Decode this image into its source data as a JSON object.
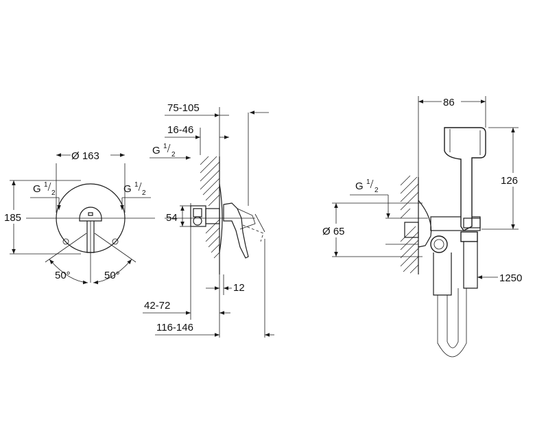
{
  "front_view": {
    "dia": "Ø 163",
    "height": "185",
    "g_left": "G",
    "g_right": "G",
    "frac_num": "1",
    "frac_den": "2",
    "angle_left": "50°",
    "angle_right": "50°"
  },
  "side_view": {
    "d1": "75-105",
    "d2": "16-46",
    "g": "G",
    "frac_num": "1",
    "frac_den": "2",
    "h": "54",
    "d3": "12",
    "d4": "42-72",
    "d5": "116-146"
  },
  "shower_view": {
    "w": "86",
    "h": "126",
    "g": "G",
    "frac_num": "1",
    "frac_den": "2",
    "dia": "Ø 65",
    "hose": "1250"
  }
}
